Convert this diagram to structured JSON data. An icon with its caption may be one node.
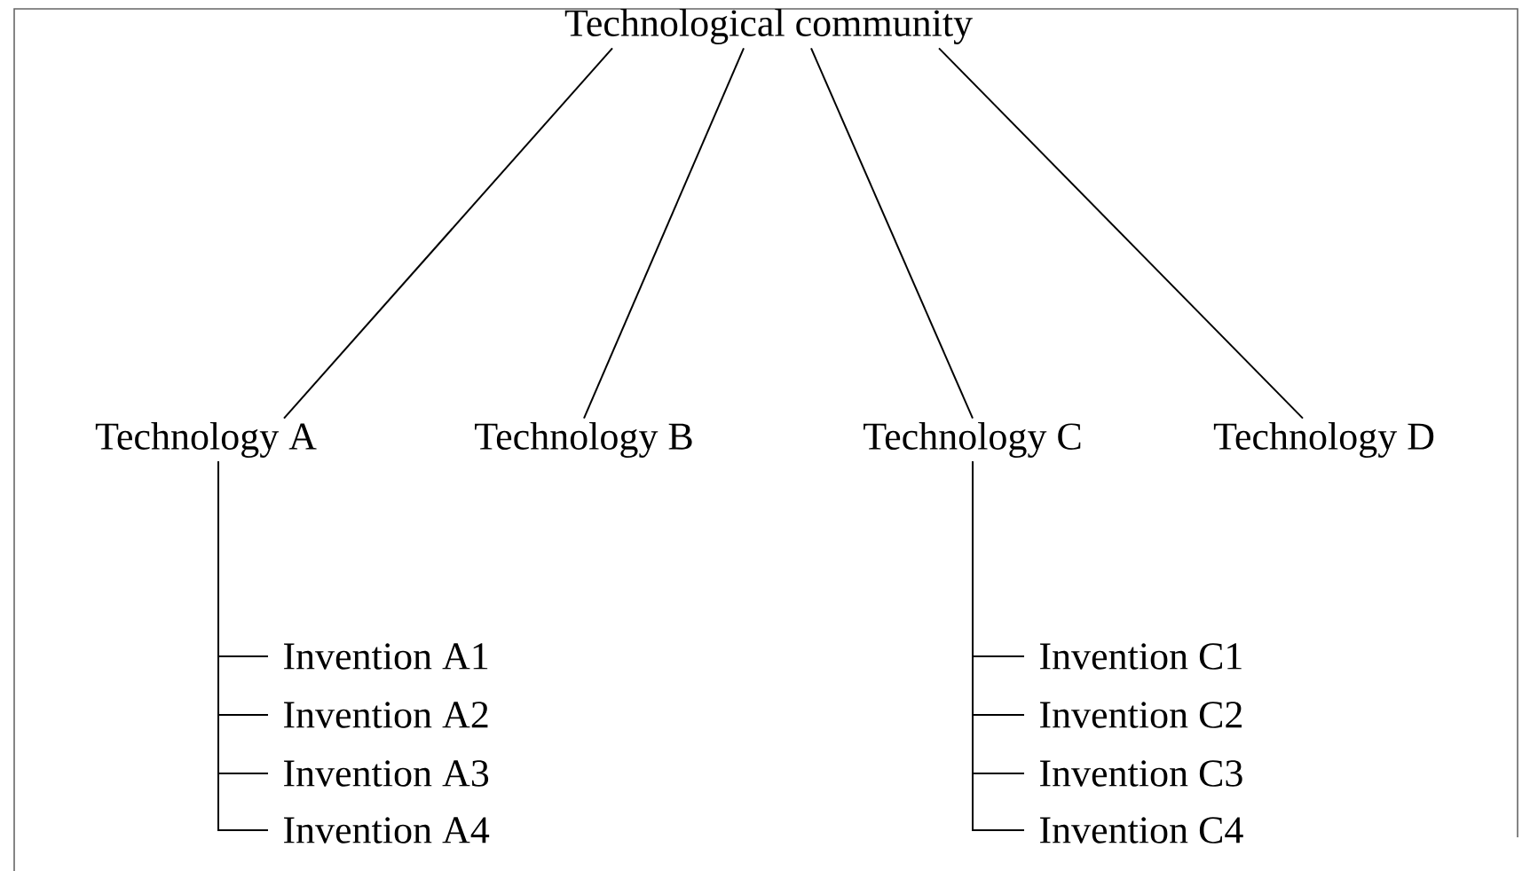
{
  "diagram": {
    "nodes": [
      {
        "text": [
          "Technological community"
        ]
      },
      {
        "text": [
          "Technology A"
        ]
      },
      {
        "text": [
          "Technology B"
        ]
      },
      {
        "text": [
          "Technology C"
        ]
      },
      {
        "text": [
          "Technology D"
        ]
      },
      {
        "text": [
          "Invention A1"
        ]
      },
      {
        "text": [
          "Invention A2"
        ]
      },
      {
        "text": [
          "Invention A3"
        ]
      },
      {
        "text": [
          "Invention A4"
        ]
      },
      {
        "text": [
          "Invention C1"
        ]
      },
      {
        "text": [
          "Invention C2"
        ]
      },
      {
        "text": [
          "Invention C3"
        ]
      },
      {
        "text": [
          "Invention C4"
        ]
      }
    ],
    "edges": [
      {
        "from": 0,
        "to": 1,
        "arrow": "none"
      },
      {
        "from": 0,
        "to": 2,
        "arrow": "none"
      },
      {
        "from": 0,
        "to": 3,
        "arrow": "none"
      },
      {
        "from": 0,
        "to": 4,
        "arrow": "none"
      },
      {
        "from": 1,
        "to": 5,
        "arrow": "none"
      },
      {
        "from": 1,
        "to": 6,
        "arrow": "none"
      },
      {
        "from": 1,
        "to": 7,
        "arrow": "none"
      },
      {
        "from": 1,
        "to": 8,
        "arrow": "none"
      },
      {
        "from": 3,
        "to": 9,
        "arrow": "none"
      },
      {
        "from": 3,
        "to": 10,
        "arrow": "none"
      },
      {
        "from": 3,
        "to": 11,
        "arrow": "none"
      },
      {
        "from": 3,
        "to": 12,
        "arrow": "none"
      }
    ]
  }
}
